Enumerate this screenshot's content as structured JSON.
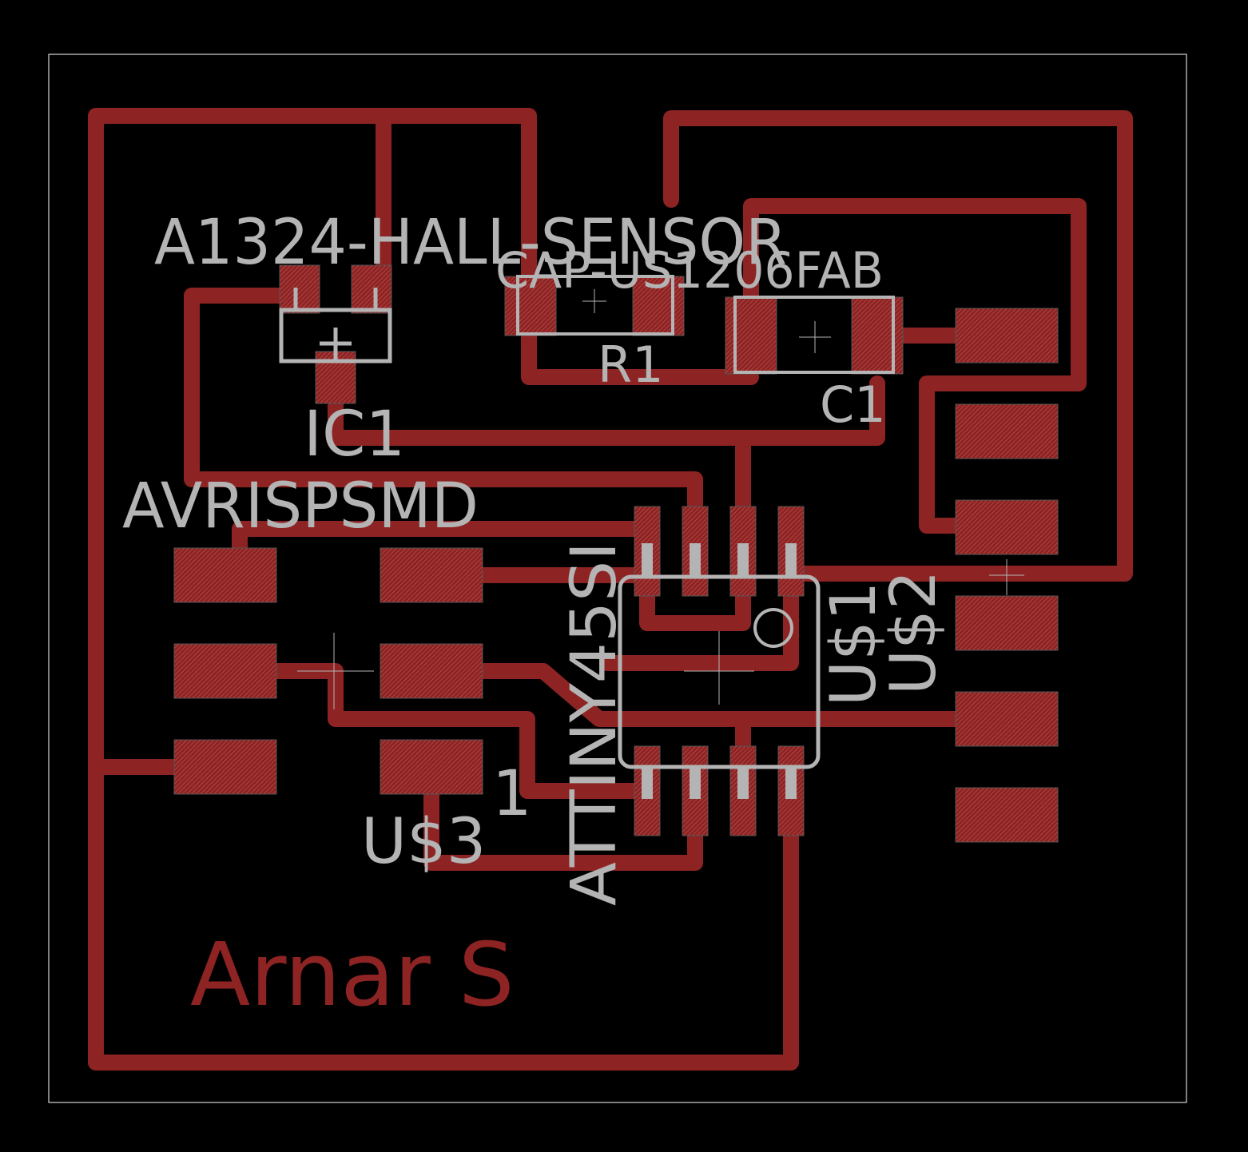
{
  "colors": {
    "background": "#000000",
    "copper": "#8e2323",
    "silkscreen": "#b4b4b4",
    "outline": "#ffffff"
  },
  "labels": {
    "hall_sensor": "A1324-HALL-SENSOR",
    "capacitor": "CAP-US1206FAB",
    "r1": "R1",
    "c1": "C1",
    "ic1": "IC1",
    "avrisp": "AVRISPSMD",
    "attiny": "ATTINY45SI",
    "us1": "U$1",
    "us2": "U$2",
    "us3": "U$3",
    "pin1": "1",
    "author": "Arnar S"
  }
}
